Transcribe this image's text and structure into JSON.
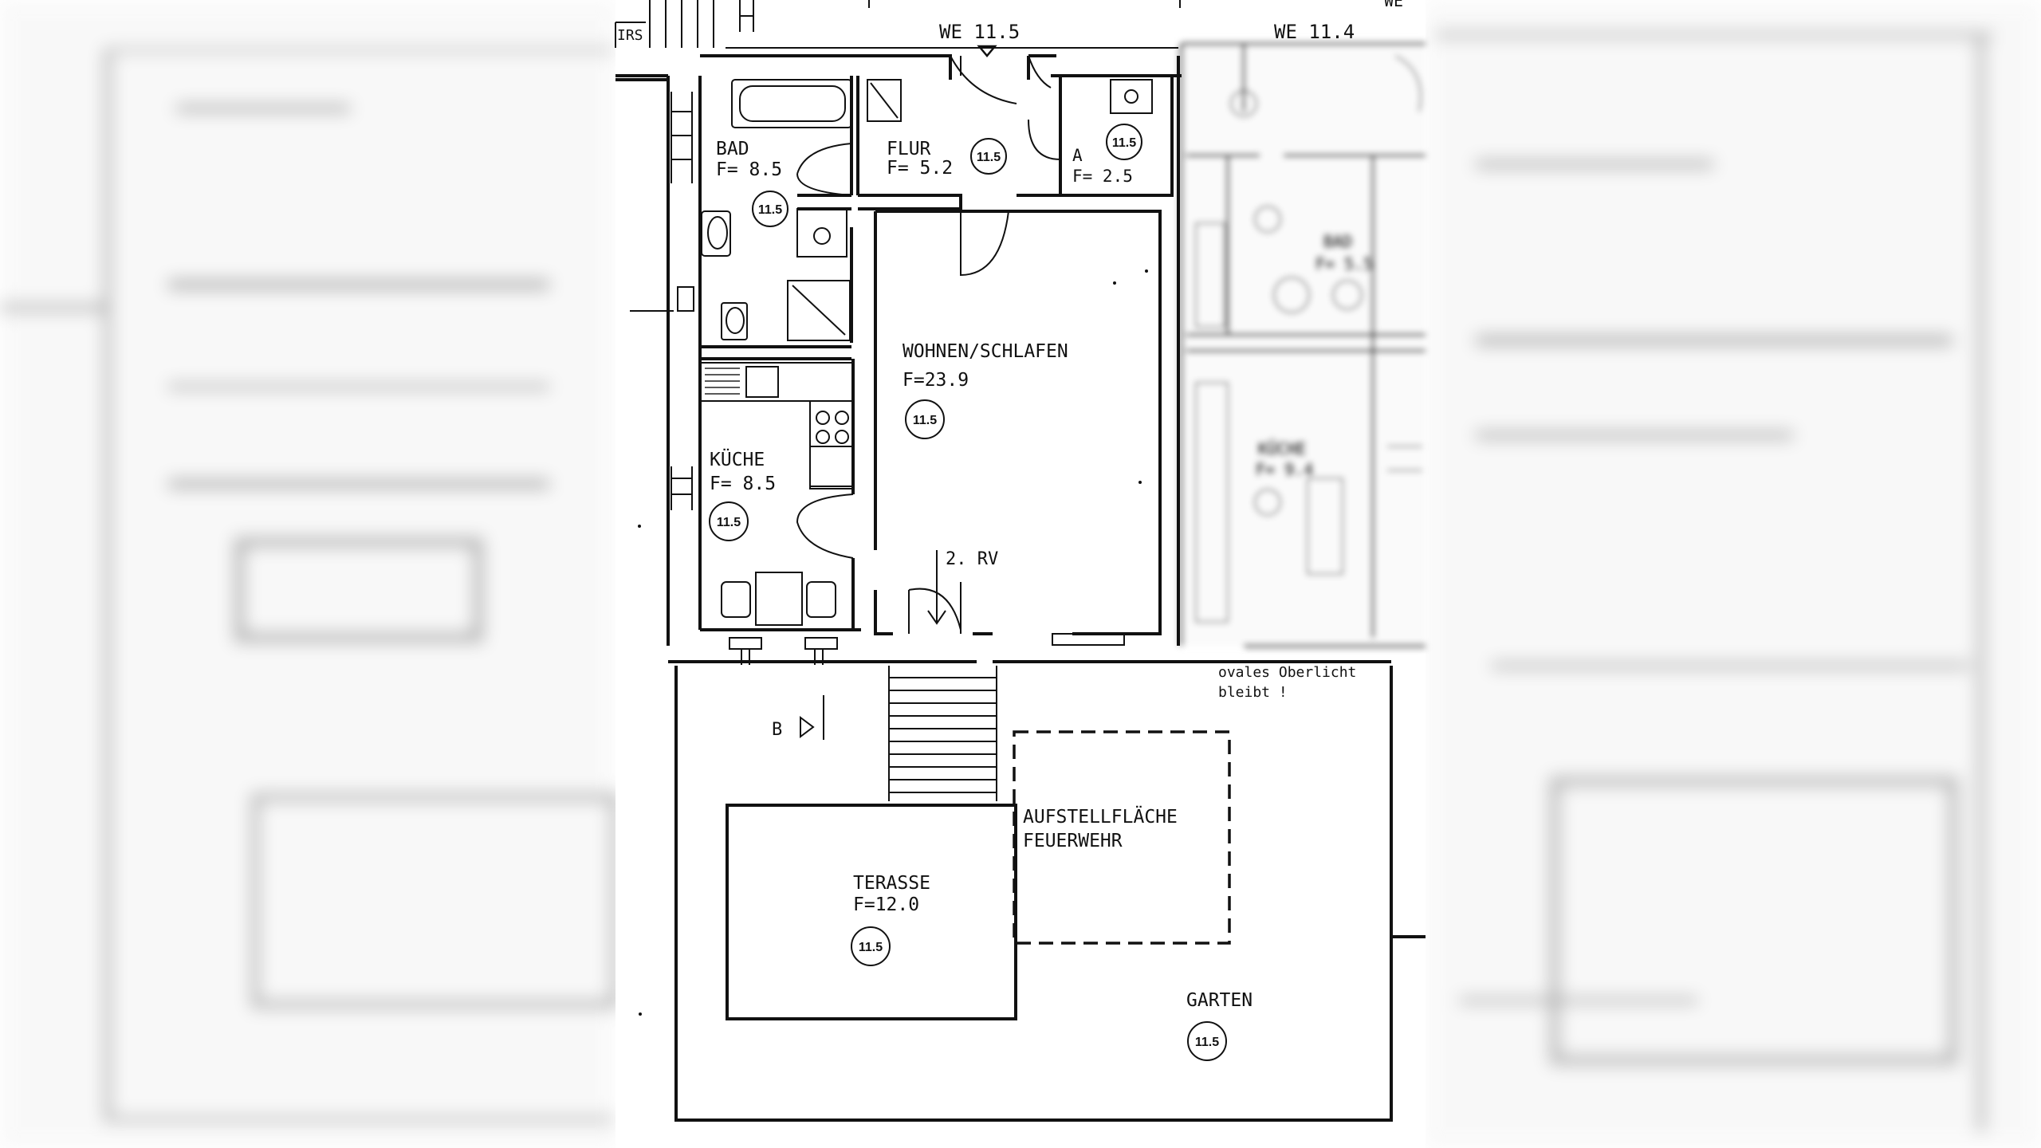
{
  "plan": {
    "unit_markers": {
      "top_left": "WE 11.5",
      "top_right": "WE 11.4",
      "corner_top_right": "WE",
      "stair_tag": "IRS"
    },
    "rooms": [
      {
        "key": "bad",
        "name": "BAD",
        "area": "F= 8.5",
        "badge": "11.5"
      },
      {
        "key": "flur",
        "name": "FLUR",
        "area": "F= 5.2",
        "badge": "11.5"
      },
      {
        "key": "abstell",
        "name": "A",
        "area": "F= 2.5",
        "badge": "11.5"
      },
      {
        "key": "wohnen",
        "name": "WOHNEN/SCHLAFEN",
        "area": "F=23.9",
        "badge": "11.5"
      },
      {
        "key": "kueche",
        "name": "KÜCHE",
        "area": "F= 8.5",
        "badge": "11.5"
      },
      {
        "key": "terrasse",
        "name": "TERASSE",
        "area": "F=12.0",
        "badge": "11.5"
      },
      {
        "key": "garten",
        "name": "GARTEN",
        "area": "",
        "badge": "11.5"
      }
    ],
    "annotations": {
      "escape_route": "2. RV",
      "section_marker": "B",
      "skylight_line1": "ovales Oberlicht",
      "skylight_line2": "bleibt !",
      "fire_area_line1": "AUFSTELLFLÄCHE",
      "fire_area_line2": "FEUERWEHR"
    },
    "neighbor_blurred": {
      "bad_label": "BAD",
      "bad_area": "F= 5.5",
      "kueche_label": "KÜCHE",
      "kueche_area": "F= 9.4"
    }
  },
  "colors": {
    "ink": "#111111",
    "paper": "#ffffff",
    "blurred_side": "#e6e6e6"
  }
}
